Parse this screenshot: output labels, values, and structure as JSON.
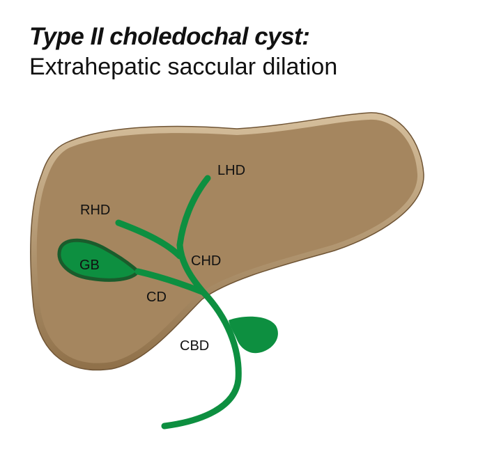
{
  "title": "Type II choledochal cyst:",
  "subtitle": "Extrahepatic saccular dilation",
  "labels": {
    "lhd": "LHD",
    "rhd": "RHD",
    "chd": "CHD",
    "gb": "GB",
    "cd": "CD",
    "cbd": "CBD"
  },
  "colors": {
    "liver_fill": "#a5865f",
    "liver_edge": "#8a6b46",
    "duct_green": "#0d8f40",
    "gallbladder_outline": "#1a5c2c"
  }
}
